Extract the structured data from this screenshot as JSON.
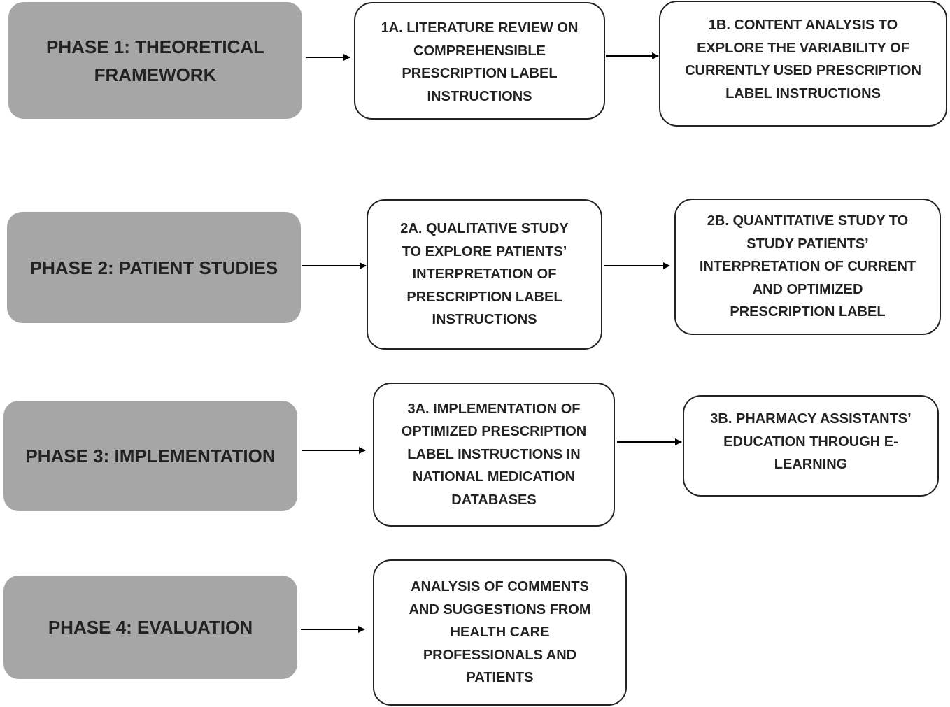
{
  "phases": [
    {
      "label": "PHASE 1: THEORETICAL\nFRAMEWORK",
      "step_a": "1A. LITERATURE REVIEW ON\nCOMPREHENSIBLE\nPRESCRIPTION LABEL\nINSTRUCTIONS",
      "step_b": "1B. CONTENT ANALYSIS TO\nEXPLORE THE VARIABILITY OF\nCURRENTLY USED PRESCRIPTION\nLABEL INSTRUCTIONS"
    },
    {
      "label": "PHASE 2: PATIENT STUDIES",
      "step_a": "2A. QUALITATIVE STUDY\nTO EXPLORE PATIENTS’\nINTERPRETATION OF\nPRESCRIPTION LABEL\nINSTRUCTIONS",
      "step_b": "2B. QUANTITATIVE STUDY TO\nSTUDY PATIENTS’\nINTERPRETATION OF CURRENT\nAND OPTIMIZED\nPRESCRIPTION LABEL"
    },
    {
      "label": "PHASE 3: IMPLEMENTATION",
      "step_a": "3A. IMPLEMENTATION OF\nOPTIMIZED PRESCRIPTION\nLABEL INSTRUCTIONS IN\nNATIONAL MEDICATION\nDATABASES",
      "step_b": "3B. PHARMACY ASSISTANTS’\nEDUCATION THROUGH E-\nLEARNING"
    },
    {
      "label": "PHASE 4: EVALUATION",
      "step_a": "ANALYSIS OF COMMENTS\nAND SUGGESTIONS FROM\nHEALTH CARE\nPROFESSIONALS AND\nPATIENTS"
    }
  ],
  "colors": {
    "phase_fill": "#a6a6a6",
    "box_border": "#222222",
    "arrow": "#000000"
  }
}
